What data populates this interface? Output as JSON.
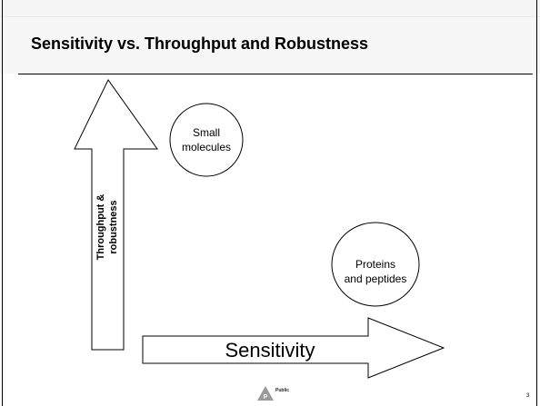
{
  "slide": {
    "title": "Sensitivity vs. Throughput and Robustness",
    "page_number": "3"
  },
  "diagram": {
    "vertical_arrow_label": "Throughput & robustness",
    "horizontal_arrow_label": "Sensitivity",
    "bubbles": [
      {
        "id": "small-molecules",
        "lines": [
          "Small",
          "molecules"
        ]
      },
      {
        "id": "proteins-peptides",
        "lines": [
          "Proteins",
          "and peptides"
        ]
      }
    ]
  },
  "footer": {
    "logo_letter": "P",
    "classification": "Public"
  },
  "colors": {
    "stroke": "#000000",
    "fill": "#ffffff",
    "logo_gray": "#9a9a9a"
  }
}
